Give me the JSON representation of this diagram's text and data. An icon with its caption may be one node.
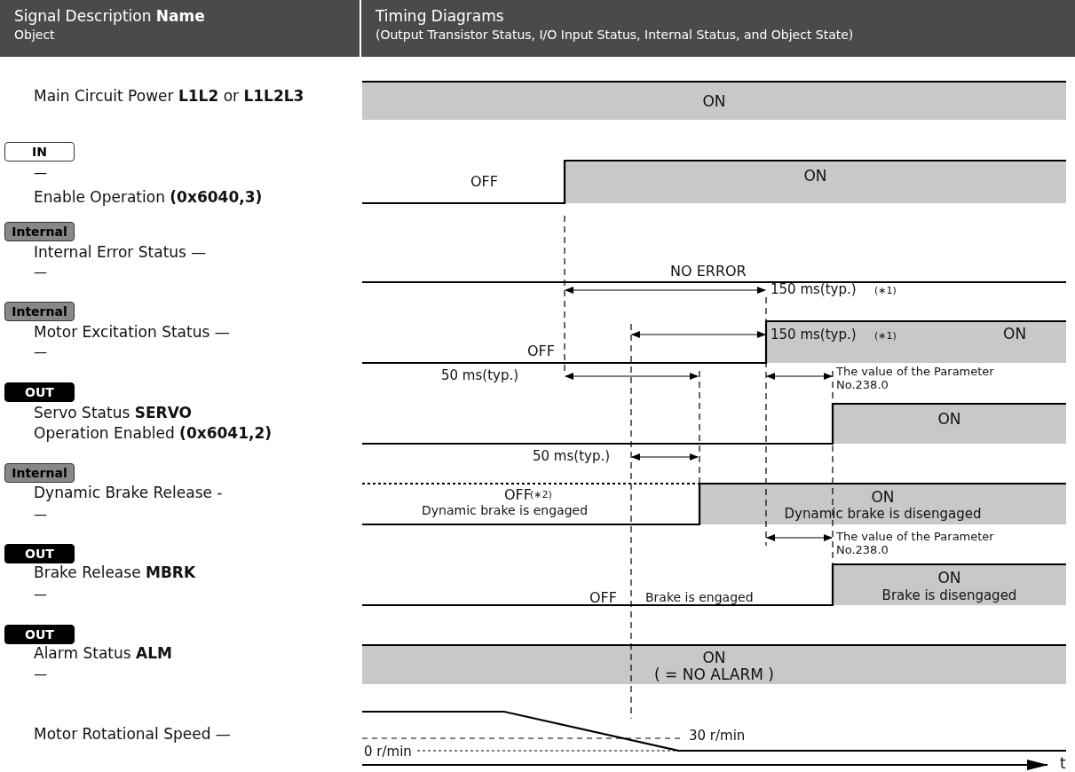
{
  "diagram": {
    "nodes": [
      {
        "text": [
          "IN"
        ]
      },
      {
        "text": [
          "Internal"
        ]
      },
      {
        "text": [
          "Internal"
        ]
      },
      {
        "text": [
          "OUT"
        ]
      },
      {
        "text": [
          "Internal"
        ]
      },
      {
        "text": [
          "OUT"
        ]
      },
      {
        "text": [
          "OUT"
        ]
      },
      {
        "text": [
          "Signal Description **Name**",
          "Object"
        ]
      },
      {
        "text": [
          "Timing Diagrams",
          "(Output Transistor Status, I/O Input Status, Internal Status, and Object State)"
        ]
      }
    ],
    "labels": [
      "Main Circuit Power **L1L2** or **L1L2L3**",
      "ON",
      "—",
      "ON",
      "Enable Operation **(0x6040,3)**",
      "OFF",
      "Internal Error Status —",
      "—",
      "NO ERROR",
      "150 ms(typ.)",
      "(∗1)",
      "Motor Excitation Status —",
      "150 ms(typ.)",
      "(∗1)",
      "ON",
      "OFF",
      "—",
      "50 ms(typ.)",
      "The value of the Parameter No.238.0",
      "Servo Status **SERVO**",
      "ON",
      "Operation Enabled **(0x6041,2)**",
      "50 ms(typ.)",
      "Dynamic Brake Release -",
      "OFF",
      "(∗2)",
      "ON",
      "Dynamic brake is engaged",
      "Dynamic brake is disengaged",
      "—",
      "The value of the Parameter No.238.0",
      "Brake Release **MBRK**",
      "ON",
      "OFF",
      "Brake is engaged",
      "Brake is disengaged",
      "—",
      "Alarm Status **ALM**",
      "ON",
      "( = NO ALARM )",
      "—",
      "Motor Rotational Speed —",
      "30 r/min",
      "0 r/min",
      "t"
    ]
  }
}
